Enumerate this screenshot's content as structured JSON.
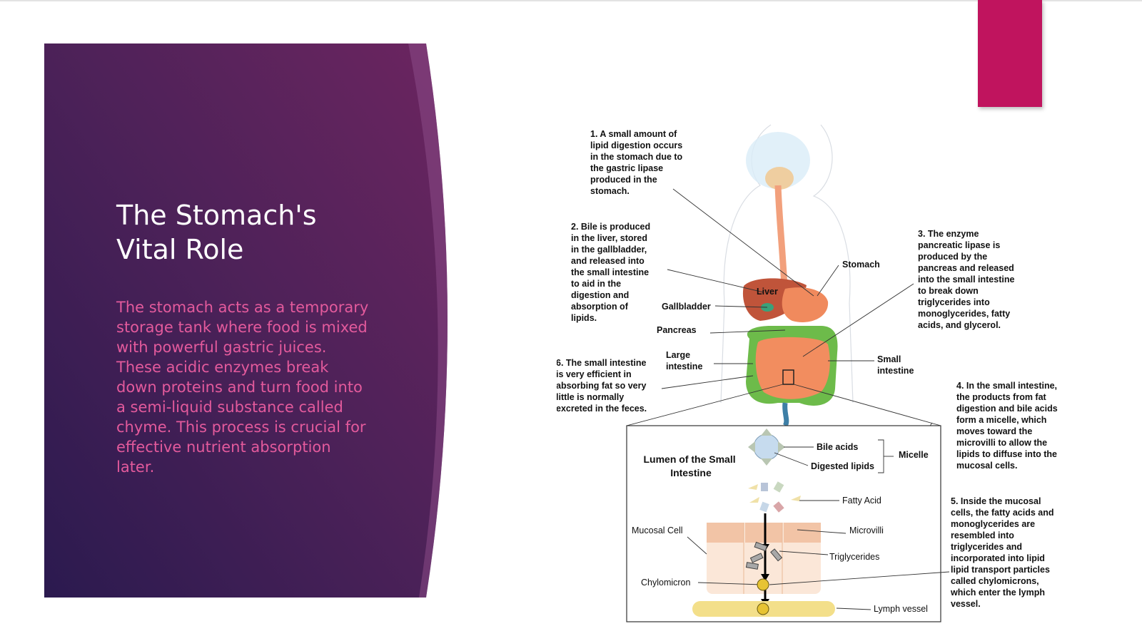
{
  "slide": {
    "title_line1": "The Stomach's",
    "title_line2": "Vital Role",
    "body": "The stomach acts as a temporary storage tank where food is mixed with powerful gastric juices. These acidic enzymes break down proteins and turn food into a semi-liquid substance called chyme. This process is crucial for effective nutrient absorption later."
  },
  "colors": {
    "panel_dark": "#2b1a4f",
    "panel_light": "#6c2560",
    "accent": "#c0145e",
    "body_text": "#e35a9c"
  },
  "diagram": {
    "note1": [
      "1. A small amount of",
      "lipid digestion occurs",
      "in the stomach due to",
      "the gastric lipase",
      "produced in the",
      "stomach."
    ],
    "note2": [
      "2. Bile is produced",
      "in the liver, stored",
      "in the gallbladder,",
      "and released into",
      "the small intestine",
      "to aid in the",
      "digestion and",
      "absorption of",
      "lipids."
    ],
    "note3": [
      "3. The enzyme",
      "pancreatic lipase is",
      "produced by the",
      "pancreas and released",
      "into the small intestine",
      "to break down",
      "triglycerides into",
      "monoglycerides, fatty",
      "acids, and glycerol."
    ],
    "note4": [
      "4. In the small intestine,",
      "the products from fat",
      "digestion and bile acids",
      "form a micelle, which",
      "moves toward the",
      "microvilli to allow the",
      "lipids to diffuse into the",
      "mucosal cells."
    ],
    "note5": [
      "5. Inside the mucosal",
      "cells, the fatty acids and",
      "monoglycerides are",
      "resembled into",
      "triglycerides and",
      "incorporated into lipid",
      "lipid transport particles",
      "called chylomicrons,",
      "which enter the lymph",
      "vessel."
    ],
    "note6": [
      "6. The small intestine",
      "is very efficient in",
      "absorbing fat so very",
      "little is normally",
      "excreted in the feces."
    ],
    "organs": {
      "stomach": "Stomach",
      "liver": "Liver",
      "gallbladder": "Gallbladder",
      "pancreas": "Pancreas",
      "large_intestine": [
        "Large",
        "intestine"
      ],
      "small_intestine": [
        "Small",
        "intestine"
      ]
    },
    "lumen_title": [
      "Lumen of the Small",
      "Intestine"
    ],
    "labels": {
      "bile_acids": "Bile acids",
      "digested_lipids": "Digested lipids",
      "micelle": "Micelle",
      "fatty_acid": "Fatty Acid",
      "mucosal_cell": "Mucosal Cell",
      "microvilli": "Microvilli",
      "triglycerides": "Triglycerides",
      "chylomicron": "Chylomicron",
      "lymph_vessel": "Lymph vessel"
    }
  }
}
